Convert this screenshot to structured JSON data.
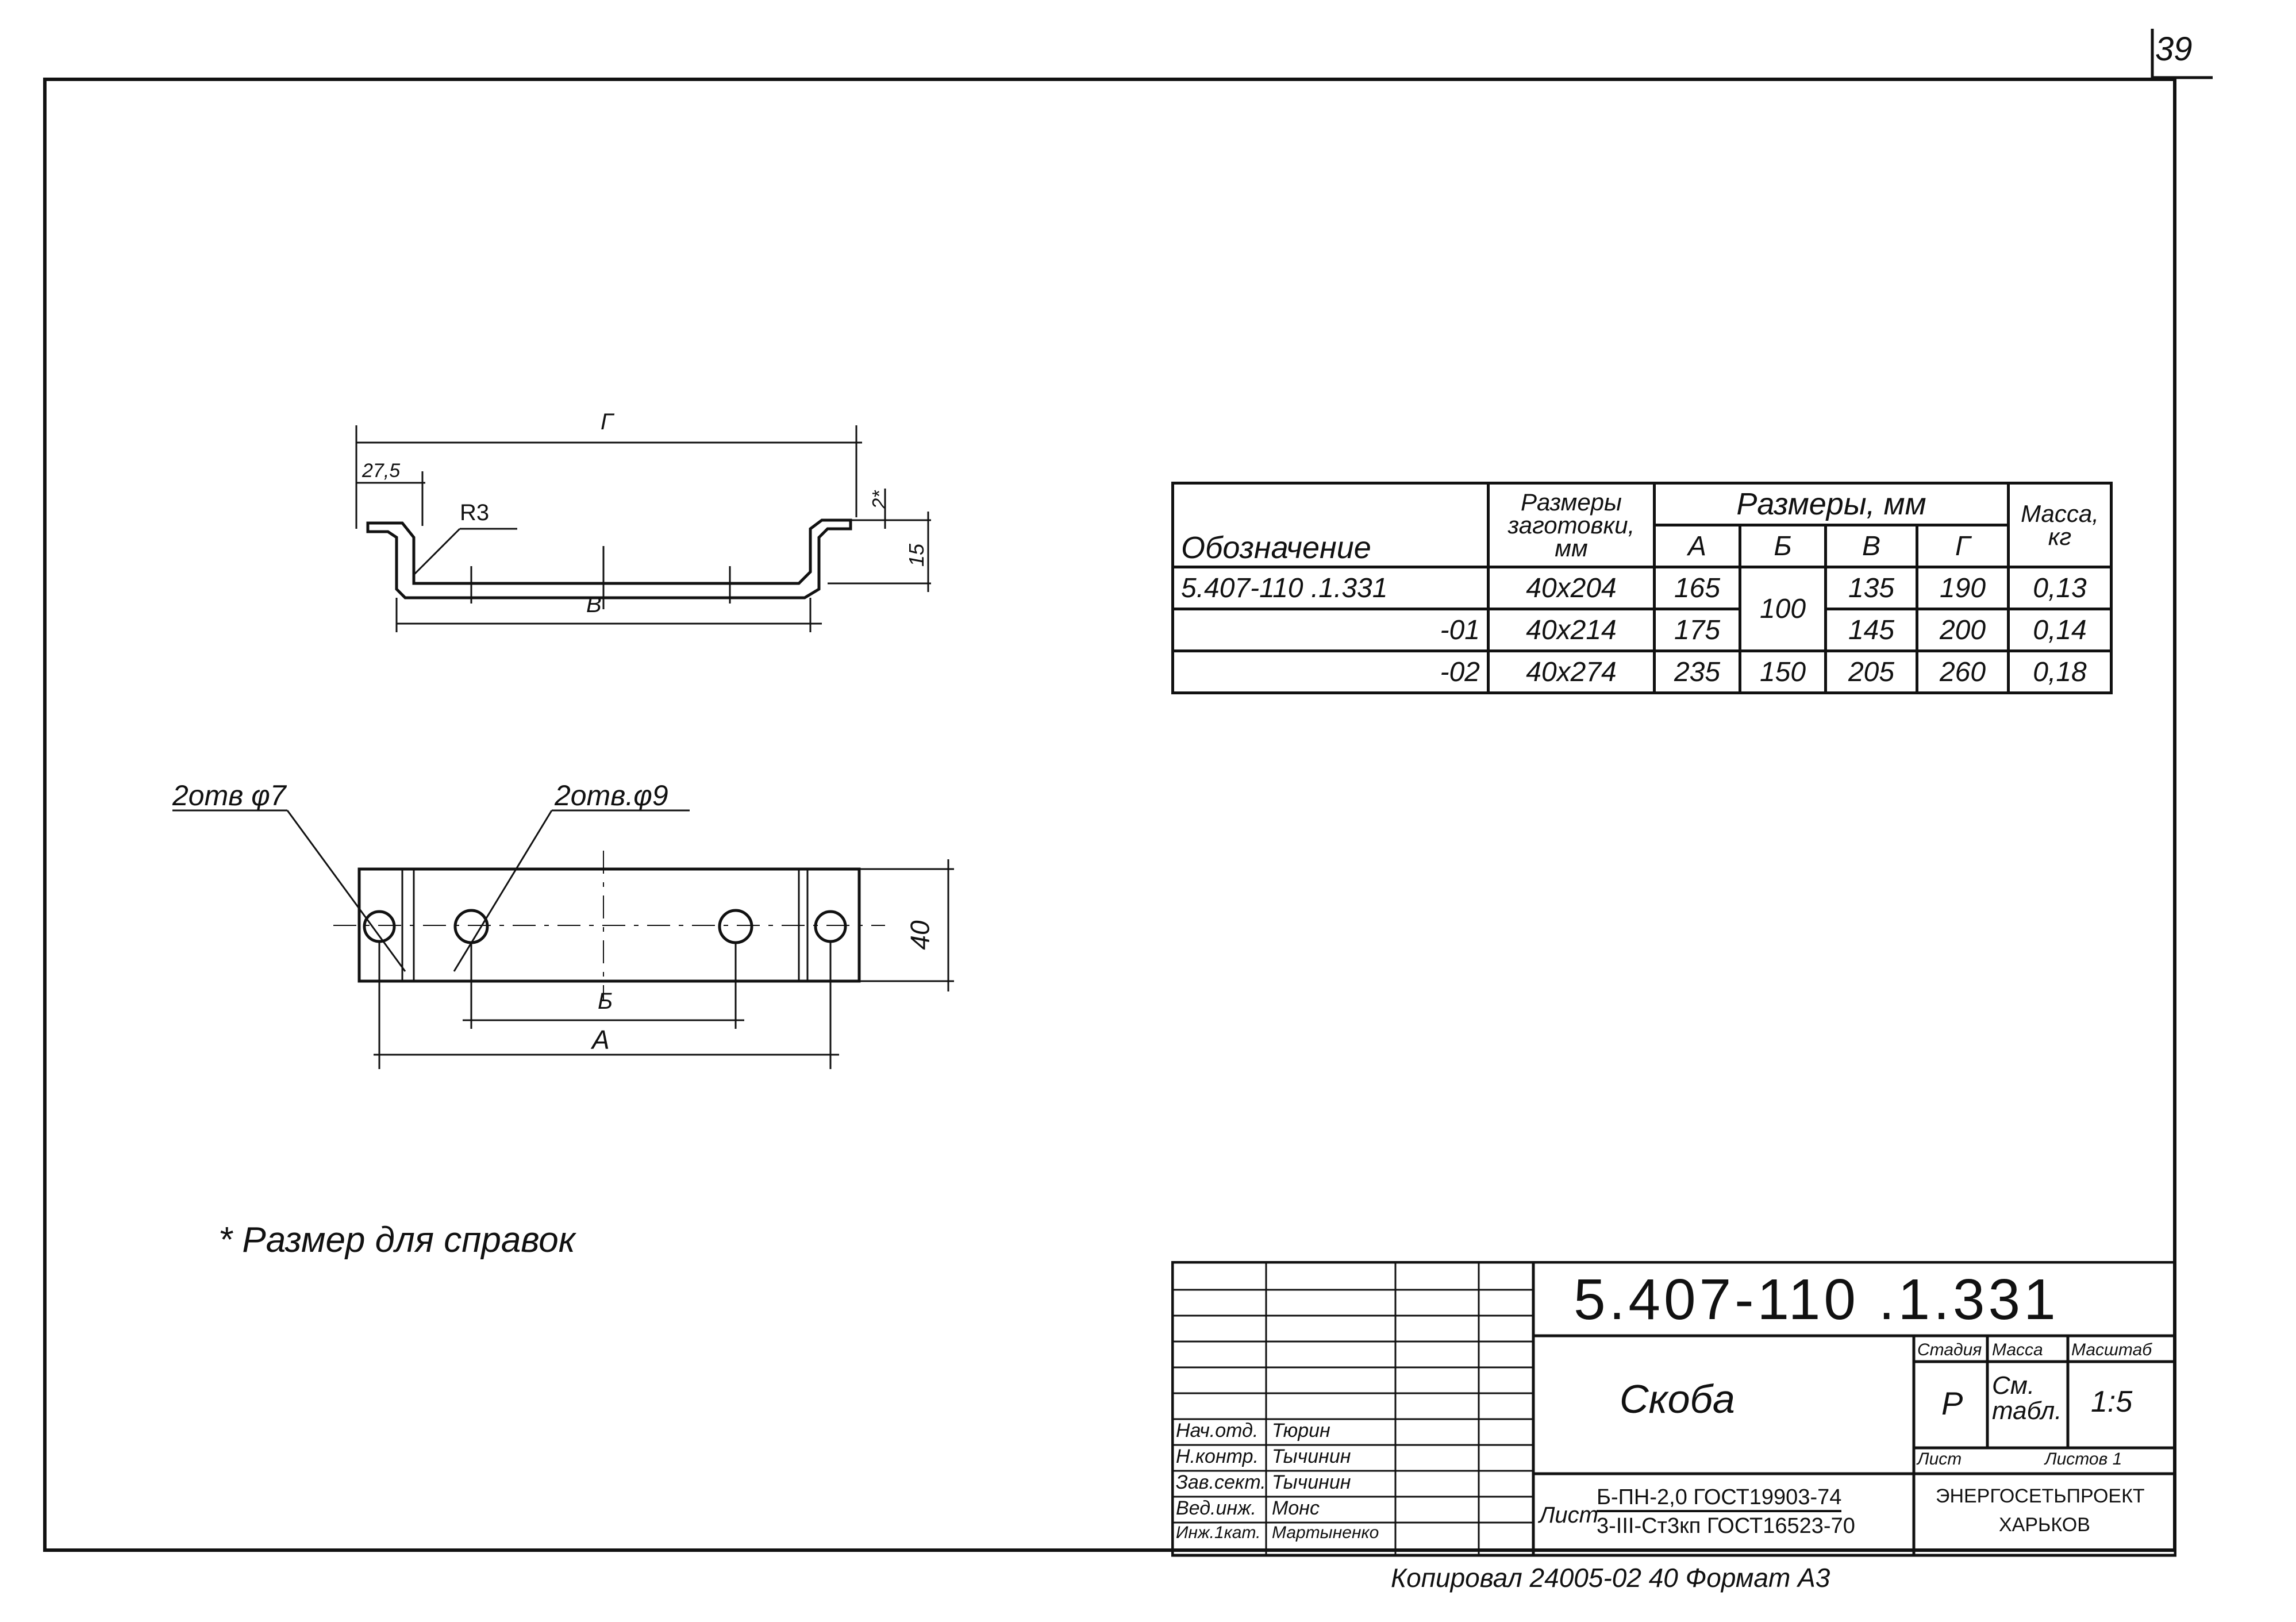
{
  "sheet_number": "39",
  "note": "* Размер для справок",
  "dims": {
    "g": "Г",
    "d275": "27,5",
    "r3": "R3",
    "d2": "2*",
    "d15": "15",
    "v": "В",
    "holes7": "2отв φ7",
    "holes9": "2отв.φ9",
    "d40": "40",
    "b": "Б",
    "a": "А"
  },
  "spec_table": {
    "col_designation": "Обозначение",
    "col_blank": "Размеры заготовки, мм",
    "col_dims": "Размеры, мм",
    "col_mass": "Масса, кг",
    "sub_a": "А",
    "sub_b": "Б",
    "sub_v": "В",
    "sub_g": "Г",
    "rows": [
      {
        "designation": "5.407-110 .1.331",
        "blank": "40x204",
        "a": "165",
        "b": "100",
        "v": "135",
        "g": "190",
        "mass": "0,13"
      },
      {
        "designation": "-01",
        "blank": "40x214",
        "a": "175",
        "b": "",
        "v": "145",
        "g": "200",
        "mass": "0,14"
      },
      {
        "designation": "-02",
        "blank": "40x274",
        "a": "235",
        "b": "150",
        "v": "205",
        "g": "260",
        "mass": "0,18"
      }
    ]
  },
  "title_block": {
    "code": "5.407-110 .1.331",
    "name": "Скоба",
    "stage_label": "Стадия",
    "mass_label": "Масса",
    "scale_label": "Масштаб",
    "stage": "Р",
    "mass": "См. табл.",
    "scale": "1:5",
    "sheet_label": "Лист",
    "sheets_label": "Листов 1",
    "material_prefix": "Лист",
    "material_top": "Б-ПН-2,0 ГОСТ19903-74",
    "material_bottom": "3-III-Ст3кп ГОСТ16523-70",
    "org_1": "ЭНЕРГОСЕТЬПРОЕКТ",
    "org_2": "ХАРЬКОВ",
    "roles": [
      {
        "role": "Нач.отд.",
        "name": "Тюрин"
      },
      {
        "role": "Н.контр.",
        "name": "Тычинин"
      },
      {
        "role": "Зав.сект.",
        "name": "Тычинин"
      },
      {
        "role": "Вед.инж.",
        "name": "Монс"
      },
      {
        "role": "Инж.1кат.",
        "name": "Мартыненко"
      }
    ]
  },
  "bottom_stamp": "Копировал     24005-02  40     Формат А3"
}
